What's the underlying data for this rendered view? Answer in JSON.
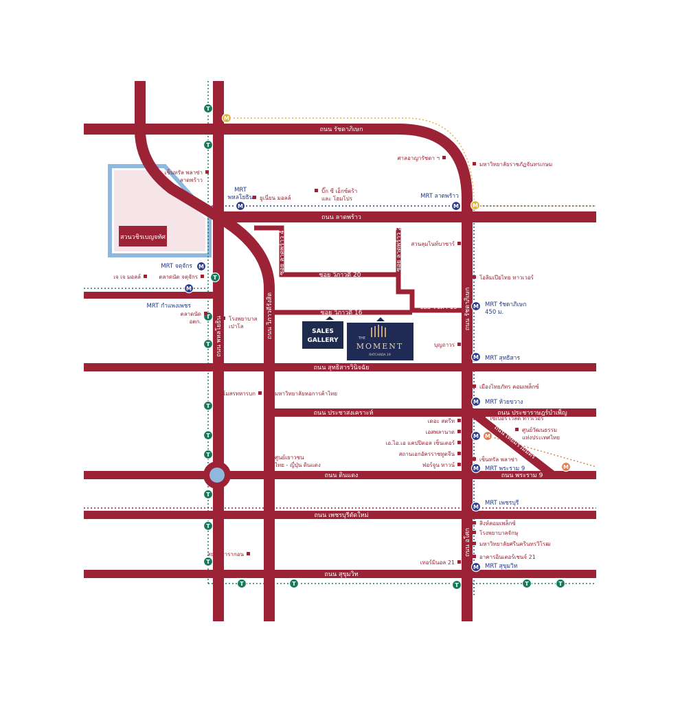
{
  "colors": {
    "road": "#9b2335",
    "bts": "#157a5c",
    "mrt": "#2a3a8c",
    "mrt_orange": "#e07a4a",
    "mrt_yellow": "#e2b43a",
    "park": "#8fb8df",
    "sales_gallery": "#1e2b4d",
    "project": "#1f2a55",
    "poi": "#9b2335"
  },
  "roads": {
    "ratchadaphisek": "ถนน รัชดาภิเษก",
    "lat_phrao": "ถนน ลาดพร้าว",
    "sutthisan": "ถนน สุทธิสารวินิจฉัย",
    "pracha_songkhro": "ถนน ประชาสงเคราะห์",
    "pracharat": "ถนน ประชาราษฎร์บำเพ็ญ",
    "din_daeng": "ถนน ดินแดง",
    "rama9": "ถนน พระราม 9",
    "phetchaburi": "ถนน เพชรบุรีตัดใหม่",
    "sukhumvit": "ถนน สุขุมวิท",
    "phahonyothin": "ถนน พหลโยธิน",
    "vibhavadi": "ถนน วิภาวดีรังสิต",
    "ratchada_vertical": "ถนน รัชดาภิเษก",
    "asoke": "ถนน อโศก",
    "soi_lp4": "ซอย ลาดพร้าว 4",
    "soi_lp26": "ซอย ลาดพร้าว 26",
    "soi_v20": "ซอย วิภาวดี 20",
    "soi_v16": "ซอย วิภาวดี 16",
    "soi_r19": "ซอย รัชดา 19",
    "thiam_ruammit": "ถนน เทียมร่วมมิตร"
  },
  "park": {
    "name": "สวนวชิรเบญจทัศ"
  },
  "sales_gallery": {
    "line1": "SALES",
    "line2": "GALLERY"
  },
  "project": {
    "the": "THE",
    "name": "MOMENT",
    "sub": "RATCHADA 19"
  },
  "mrt_labels": {
    "phahon": "MRT",
    "phahon2": "พหลโยธิน",
    "lat_phrao": "MRT ลาดพร้าว",
    "chatuchak": "MRT จตุจักร",
    "kamphaeng": "MRT กำแพงเพชร",
    "ratchada": "MRT รัชดาภิเษก",
    "ratchada_dist": "450 ม.",
    "sutthisan": "MRT สุทธิสาร",
    "huai_khwang": "MRT ห้วยขวาง",
    "rama9": "MRT พระราม 9",
    "phetchaburi": "MRT เพชรบุรี",
    "sukhumvit": "MRT สุขุมวิท"
  },
  "pois": {
    "central_lp": "เซ็นทรัล พลาซ่า",
    "central_lp2": "ลาดพร้าว",
    "union_mall": "ยูเนี่ยน มอลล์",
    "big_c": "บิ๊ก ซี เอ็กซ์ตร้า",
    "big_c2": "และ โฮมโปร",
    "sanpao": "ศาลอาญารัชดา ฯ",
    "chandrakasem": "มหาวิทยาลัยราชภัฏจันทรเกษม",
    "jj_mall": "เจ เจ มอลล์",
    "chatuchak_market": "ตลาดนัด จตุจักร",
    "or_tor_kor": "ตลาดนัด",
    "or_tor_kor2": "อตก.",
    "paolo": "โรงพยาบาล",
    "paolo2": "เปาโล",
    "suan_lum": "สวนลุมไนท์บาซาร์",
    "olympia": "โอลิมเปียไทย ทาวเวอร์",
    "bunthavorn": "บุญถาวร",
    "muang_thai": "เมืองไทยภัทร คอมเพล็กซ์",
    "robinson_tower": "ไซเบอร์ เวิลด์ ทาวเวอร์",
    "thai_culture": "ศูนย์วัฒนธรรม",
    "thai_culture2": "แห่งประเทศไทย",
    "samosorn": "สโมสรทหารบก",
    "utcc": "มหาวิทยาลัยหอการค้าไทย",
    "the_street": "เดอะ สตรีท",
    "esplanade": "เอสพลานาด",
    "ic_capital": "เอ.ไอ.เอ แคปปิตอล เซ็นเตอร์",
    "china_embassy": "สถานเอกอัครราชทูตจีน",
    "fortune": "ฟอร์จูน ทาวน์",
    "thai_japan": "ศูนย์เยาวชน",
    "thai_japan2": "ไทย - ญี่ปุ่น ดินแดง",
    "central_rama9": "เซ็นทรัล พลาซ่า",
    "singha": "สิงห์คอมเพล็กซ์",
    "jetanin": "โรงพยาบาลจักษุ",
    "swu": "มหาวิทยาลัยศรีนครินทรวิโรฒ",
    "interchange": "อาคารอินเตอร์เชนจ์ 21",
    "terminal21": "เทอร์มินอล 21",
    "horse_track": "สยามพารากอน"
  },
  "markers": {
    "mrt": "M",
    "bts": "T"
  }
}
